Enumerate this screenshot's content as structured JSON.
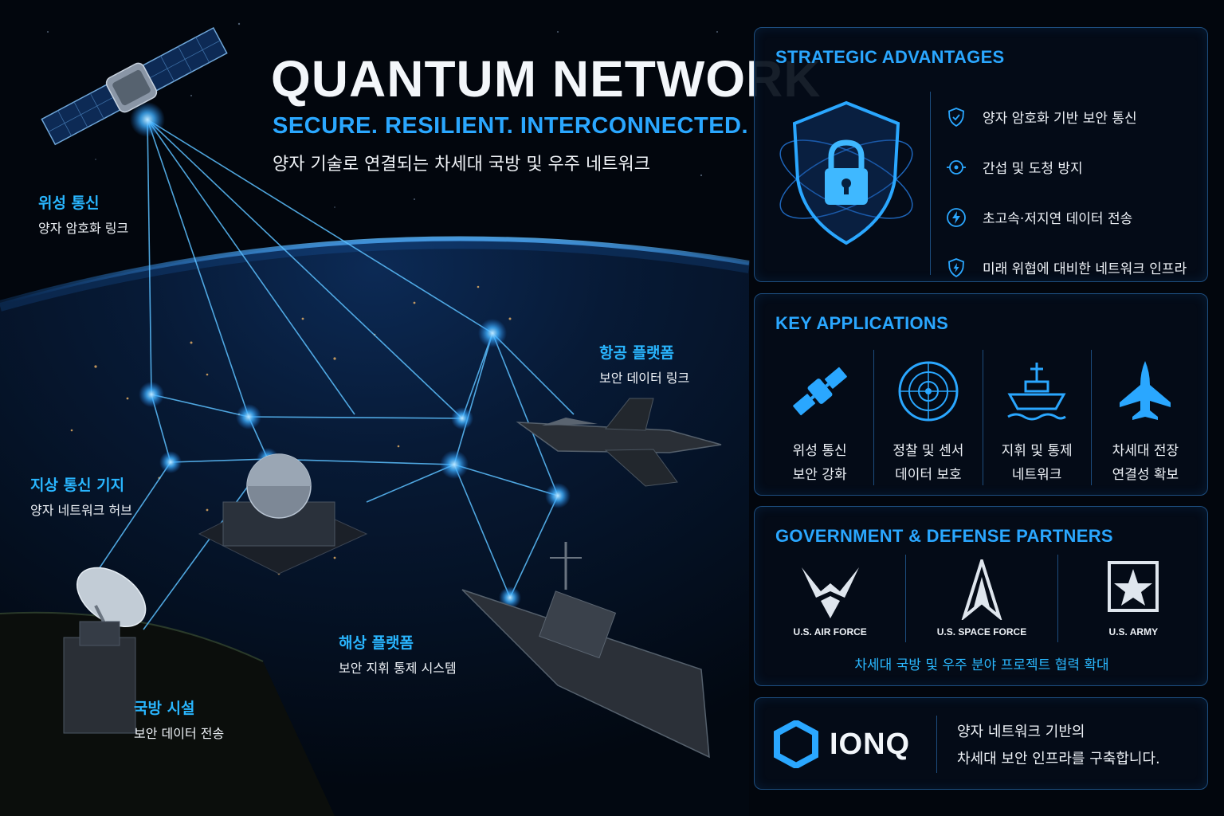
{
  "hero": {
    "title": "QUANTUM NETWORK",
    "tagline": "SECURE. RESILIENT. INTERCONNECTED.",
    "subtitle": "양자 기술로 연결되는 차세대 국방 및 우주 네트워크"
  },
  "map_labels": [
    {
      "title": "위성 통신",
      "desc": "양자 암호화 링크"
    },
    {
      "title": "항공 플랫폼",
      "desc": "보안 데이터 링크"
    },
    {
      "title": "지상 통신 기지",
      "desc": "양자 네트워크 허브"
    },
    {
      "title": "해상 플랫폼",
      "desc": "보안 지휘 통제 시스템"
    },
    {
      "title": "국방 시설",
      "desc": "보안 데이터 전송"
    }
  ],
  "advantages": {
    "title": "STRATEGIC ADVANTAGES",
    "items": [
      {
        "icon": "shield-check-icon",
        "text": "양자 암호화 기반 보안 통신"
      },
      {
        "icon": "target-icon",
        "text": "간섭 및 도청 방지"
      },
      {
        "icon": "lightning-icon",
        "text": "초고속·저지연 데이터 전송"
      },
      {
        "icon": "shield-lightning-icon",
        "text": "미래 위협에 대비한 네트워크 인프라"
      }
    ]
  },
  "applications": {
    "title": "KEY APPLICATIONS",
    "items": [
      {
        "icon": "satellite-icon",
        "line1": "위성 통신",
        "line2": "보안 강화"
      },
      {
        "icon": "radar-icon",
        "line1": "정찰 및 센서",
        "line2": "데이터 보호"
      },
      {
        "icon": "ship-icon",
        "line1": "지휘 및 통제",
        "line2": "네트워크"
      },
      {
        "icon": "jet-icon",
        "line1": "차세대 전장",
        "line2": "연결성 확보"
      }
    ]
  },
  "partners": {
    "title": "GOVERNMENT & DEFENSE PARTNERS",
    "items": [
      {
        "icon": "air-force-logo-icon",
        "name": "U.S. AIR FORCE"
      },
      {
        "icon": "space-force-logo-icon",
        "name": "U.S. SPACE FORCE"
      },
      {
        "icon": "army-logo-icon",
        "name": "U.S. ARMY"
      }
    ],
    "note": "차세대 국방 및 우주 분야 프로젝트 협력 확대"
  },
  "ionq": {
    "brand": "IONQ",
    "line1": "양자 네트워크 기반의",
    "line2": "차세대 보안 인프라를 구축합니다."
  },
  "colors": {
    "accent": "#2aa7ff",
    "panel_border": "#1d4d7e",
    "background": "#02060d"
  }
}
